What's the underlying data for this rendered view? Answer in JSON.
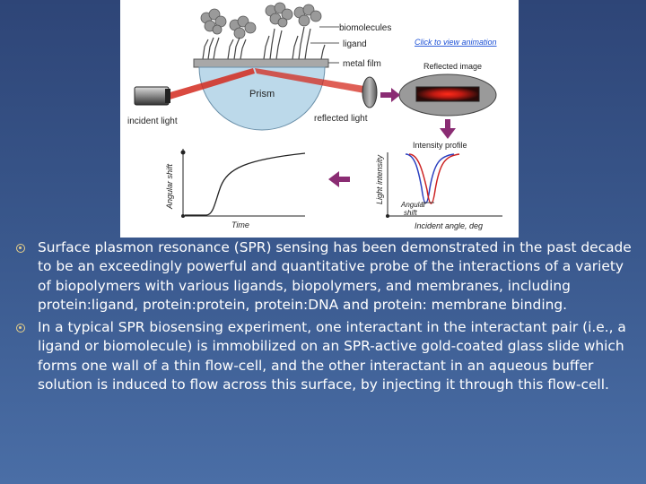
{
  "figure": {
    "labels": {
      "biomolecules": "biomolecules",
      "ligand": "ligand",
      "metal_film": "metal film",
      "prism": "Prism",
      "incident_light": "incident light",
      "reflected_light": "reflected light",
      "reflected_image": "Reflected image",
      "animation_link": "Click to view animation",
      "intensity_profile": "Intensity profile",
      "angular_shift_axis": "Angular shift",
      "time_axis": "Time",
      "light_intensity_axis": "Light intensity",
      "incident_angle_axis": "Incident angle, deg",
      "angular_shift_note_line1": "Angular",
      "angular_shift_note_line2": "shift"
    },
    "colors": {
      "arrow": "#8a2c73",
      "laser": "#d42a1e",
      "prism": "#bcd9ea",
      "link": "#1a4fd6",
      "curve_red": "#cc2222",
      "curve_blue": "#2b3fbf"
    }
  },
  "bullets": [
    "Surface plasmon resonance (SPR) sensing has been demonstrated in the past decade to be an exceedingly powerful and quantitative probe of the interactions of a variety of biopolymers with various ligands, biopolymers, and membranes, including protein:ligand, protein:protein, protein:DNA and protein: membrane binding.",
    "In a typical SPR biosensing experiment, one interactant in the interactant pair (i.e., a ligand or biomolecule) is immobilized on an SPR-active gold-coated glass slide which forms one wall of a thin flow-cell, and the other interactant in an aqueous buffer solution is induced to flow across this surface, by injecting it through this flow-cell."
  ]
}
